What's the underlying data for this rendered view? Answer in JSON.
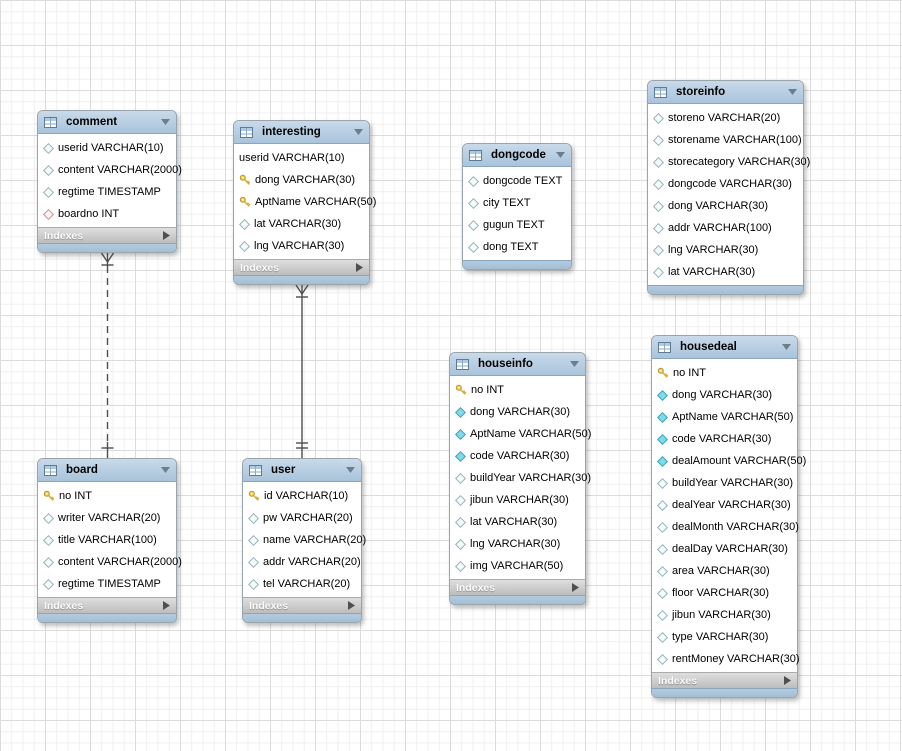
{
  "diagram": {
    "tables": [
      {
        "id": "comment",
        "title": "comment",
        "columns": [
          {
            "icon": "diamond",
            "label": "userid VARCHAR(10)"
          },
          {
            "icon": "diamond",
            "label": "content VARCHAR(2000)"
          },
          {
            "icon": "diamond",
            "label": "regtime TIMESTAMP"
          },
          {
            "icon": "diamond-red",
            "label": "boardno INT"
          }
        ],
        "indexes_label": "Indexes"
      },
      {
        "id": "interesting",
        "title": "interesting",
        "columns": [
          {
            "icon": "none",
            "label": "userid VARCHAR(10)"
          },
          {
            "icon": "key",
            "label": "dong VARCHAR(30)"
          },
          {
            "icon": "key",
            "label": "AptName VARCHAR(50)"
          },
          {
            "icon": "diamond",
            "label": "lat VARCHAR(30)"
          },
          {
            "icon": "diamond",
            "label": "lng VARCHAR(30)"
          }
        ],
        "indexes_label": "Indexes"
      },
      {
        "id": "dongcode",
        "title": "dongcode",
        "columns": [
          {
            "icon": "diamond",
            "label": "dongcode TEXT"
          },
          {
            "icon": "diamond",
            "label": "city TEXT"
          },
          {
            "icon": "diamond",
            "label": "gugun TEXT"
          },
          {
            "icon": "diamond",
            "label": "dong TEXT"
          }
        ],
        "indexes_label": null
      },
      {
        "id": "storeinfo",
        "title": "storeinfo",
        "columns": [
          {
            "icon": "diamond",
            "label": "storeno VARCHAR(20)"
          },
          {
            "icon": "diamond",
            "label": "storename VARCHAR(100)"
          },
          {
            "icon": "diamond",
            "label": "storecategory VARCHAR(30)"
          },
          {
            "icon": "diamond",
            "label": "dongcode VARCHAR(30)"
          },
          {
            "icon": "diamond",
            "label": "dong VARCHAR(30)"
          },
          {
            "icon": "diamond",
            "label": "addr VARCHAR(100)"
          },
          {
            "icon": "diamond",
            "label": "lng VARCHAR(30)"
          },
          {
            "icon": "diamond",
            "label": "lat VARCHAR(30)"
          }
        ],
        "indexes_label": null
      },
      {
        "id": "board",
        "title": "board",
        "columns": [
          {
            "icon": "key",
            "label": "no INT"
          },
          {
            "icon": "diamond",
            "label": "writer VARCHAR(20)"
          },
          {
            "icon": "diamond",
            "label": "title VARCHAR(100)"
          },
          {
            "icon": "diamond",
            "label": "content VARCHAR(2000)"
          },
          {
            "icon": "diamond",
            "label": "regtime TIMESTAMP"
          }
        ],
        "indexes_label": "Indexes"
      },
      {
        "id": "user",
        "title": "user",
        "columns": [
          {
            "icon": "key",
            "label": "id VARCHAR(10)"
          },
          {
            "icon": "diamond",
            "label": "pw VARCHAR(20)"
          },
          {
            "icon": "diamond",
            "label": "name VARCHAR(20)"
          },
          {
            "icon": "diamond",
            "label": "addr VARCHAR(20)"
          },
          {
            "icon": "diamond",
            "label": "tel VARCHAR(20)"
          }
        ],
        "indexes_label": "Indexes"
      },
      {
        "id": "houseinfo",
        "title": "houseinfo",
        "columns": [
          {
            "icon": "key",
            "label": "no INT"
          },
          {
            "icon": "diamond-filled",
            "label": "dong VARCHAR(30)"
          },
          {
            "icon": "diamond-filled",
            "label": "AptName VARCHAR(50)"
          },
          {
            "icon": "diamond-filled",
            "label": "code VARCHAR(30)"
          },
          {
            "icon": "diamond",
            "label": "buildYear VARCHAR(30)"
          },
          {
            "icon": "diamond",
            "label": "jibun VARCHAR(30)"
          },
          {
            "icon": "diamond",
            "label": "lat VARCHAR(30)"
          },
          {
            "icon": "diamond",
            "label": "lng VARCHAR(30)"
          },
          {
            "icon": "diamond",
            "label": "img VARCHAR(50)"
          }
        ],
        "indexes_label": "Indexes"
      },
      {
        "id": "housedeal",
        "title": "housedeal",
        "columns": [
          {
            "icon": "key",
            "label": "no INT"
          },
          {
            "icon": "diamond-filled",
            "label": "dong VARCHAR(30)"
          },
          {
            "icon": "diamond-filled",
            "label": "AptName VARCHAR(50)"
          },
          {
            "icon": "diamond-filled",
            "label": "code VARCHAR(30)"
          },
          {
            "icon": "diamond-filled",
            "label": "dealAmount VARCHAR(50)"
          },
          {
            "icon": "diamond",
            "label": "buildYear VARCHAR(30)"
          },
          {
            "icon": "diamond",
            "label": "dealYear VARCHAR(30)"
          },
          {
            "icon": "diamond",
            "label": "dealMonth VARCHAR(30)"
          },
          {
            "icon": "diamond",
            "label": "dealDay VARCHAR(30)"
          },
          {
            "icon": "diamond",
            "label": "area VARCHAR(30)"
          },
          {
            "icon": "diamond",
            "label": "floor VARCHAR(30)"
          },
          {
            "icon": "diamond",
            "label": "jibun VARCHAR(30)"
          },
          {
            "icon": "diamond",
            "label": "type VARCHAR(30)"
          },
          {
            "icon": "diamond",
            "label": "rentMoney VARCHAR(30)"
          }
        ],
        "indexes_label": "Indexes"
      }
    ],
    "connections": [
      {
        "from": "comment",
        "to": "board",
        "line": "dashed",
        "from_end": "many-mandatory",
        "to_end": "one"
      },
      {
        "from": "interesting",
        "to": "user",
        "line": "solid",
        "from_end": "many-mandatory",
        "to_end": "one-one"
      }
    ],
    "colors": {
      "header_blue": "#a9c4db",
      "indexes_gray": "#c4c4c4",
      "pk_yellow": "#f7cf52",
      "not_null_cyan": "#7cdcea",
      "fk_red": "#cf8d8d",
      "connector_gray": "#4d4d4d",
      "grid_major": "#dcdcdc",
      "grid_minor": "#efefef"
    }
  }
}
